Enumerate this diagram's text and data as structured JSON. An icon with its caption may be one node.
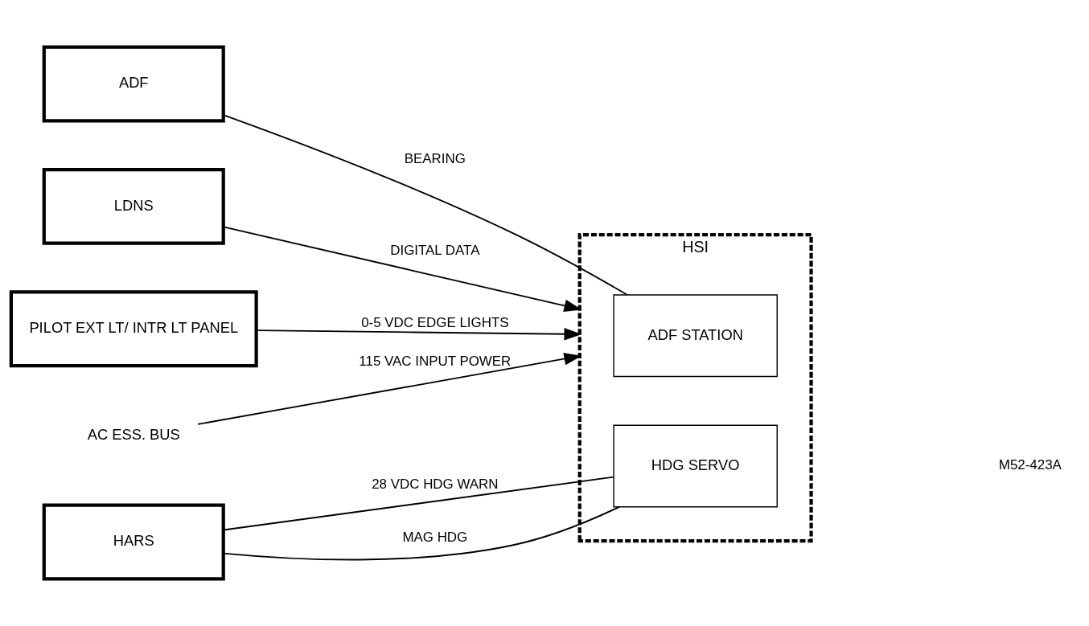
{
  "diagram": {
    "nodes": [
      {
        "text": [
          "PILOT EXT LT/ INTR LT PANEL"
        ]
      },
      {
        "text": [
          "AC ESS. BUS"
        ]
      },
      {
        "text": [
          "ADF"
        ]
      },
      {
        "text": [
          "HARS"
        ]
      },
      {
        "text": [
          "LDNS"
        ]
      },
      {
        "text": [
          "HSI"
        ]
      },
      {
        "text": [
          "ADF STATION"
        ],
        "in": 5
      },
      {
        "text": [
          "HDG SERVO"
        ],
        "in": 5
      }
    ],
    "edges": [
      {
        "from": 0,
        "to": 5,
        "arrow": "to",
        "label": "0-5 VDC EDGE LIGHTS"
      },
      {
        "from": 1,
        "to": 5,
        "arrow": "to",
        "label": "115 VAC INPUT POWER"
      },
      {
        "from": 2,
        "to": 6,
        "arrow": "none",
        "label": "BEARING"
      },
      {
        "from": 3,
        "to": 7,
        "arrow": "none",
        "label": "MAG HDG"
      },
      {
        "from": 3,
        "to": 7,
        "arrow": "none",
        "label": "28 VDC HDG WARN"
      },
      {
        "from": 4,
        "to": 5,
        "arrow": "to",
        "label": "DIGITAL DATA"
      }
    ],
    "labels": [
      "M52-423A"
    ]
  }
}
